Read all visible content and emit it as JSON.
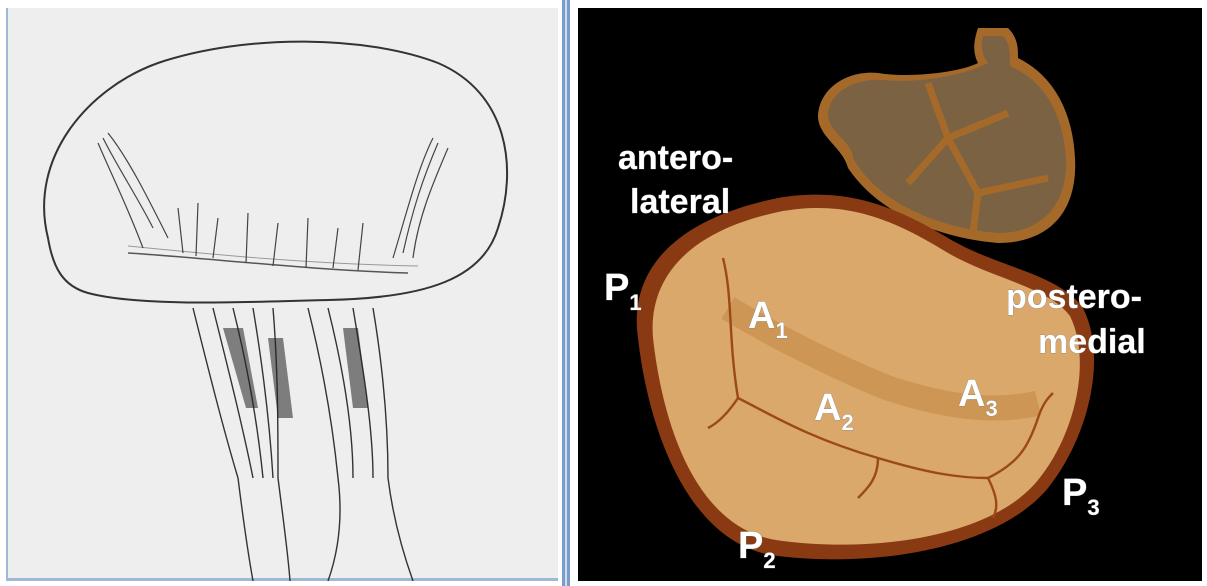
{
  "left_panel": {
    "name": "mitral valve sketch"
  },
  "right_panel": {
    "anterolateral": [
      "antero-",
      "lateral"
    ],
    "posteromedial": [
      "postero-",
      "medial"
    ],
    "scallops": [
      {
        "letter": "P",
        "sub": "1"
      },
      {
        "letter": "A",
        "sub": "1"
      },
      {
        "letter": "A",
        "sub": "2"
      },
      {
        "letter": "A",
        "sub": "3"
      },
      {
        "letter": "P",
        "sub": "2"
      },
      {
        "letter": "P",
        "sub": "3"
      }
    ]
  },
  "colors": {
    "leaflet": "#d9a86a",
    "rim": "#8a3a12",
    "aorta": "#7a6243",
    "background": "#000000"
  }
}
